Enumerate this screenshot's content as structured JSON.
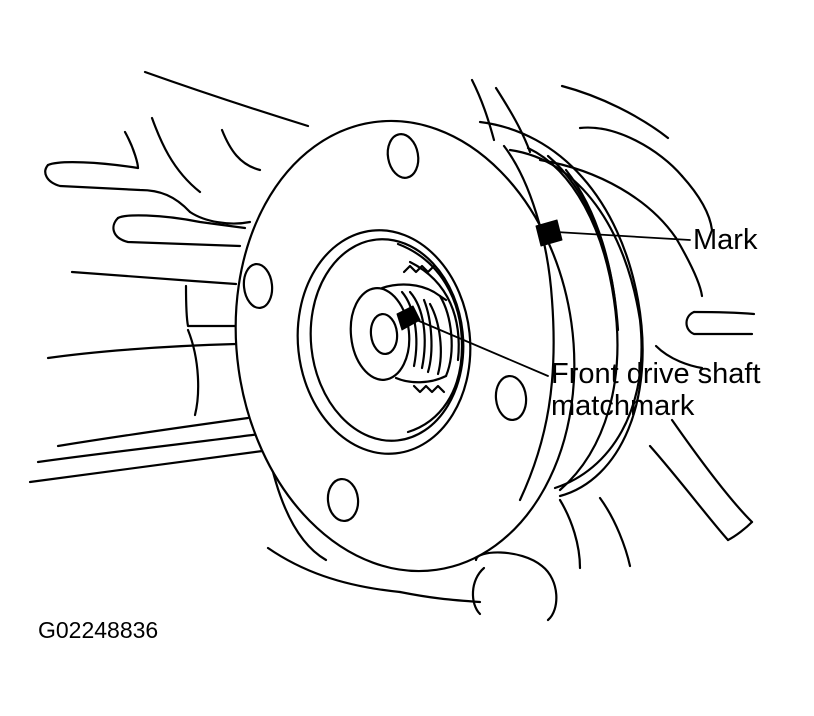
{
  "labels": {
    "mark": "Mark",
    "front_line1": "Front drive shaft",
    "front_line2": "matchmark",
    "figure_code": "G02248836"
  },
  "colors": {
    "ink": "#000000",
    "paper": "#ffffff"
  }
}
